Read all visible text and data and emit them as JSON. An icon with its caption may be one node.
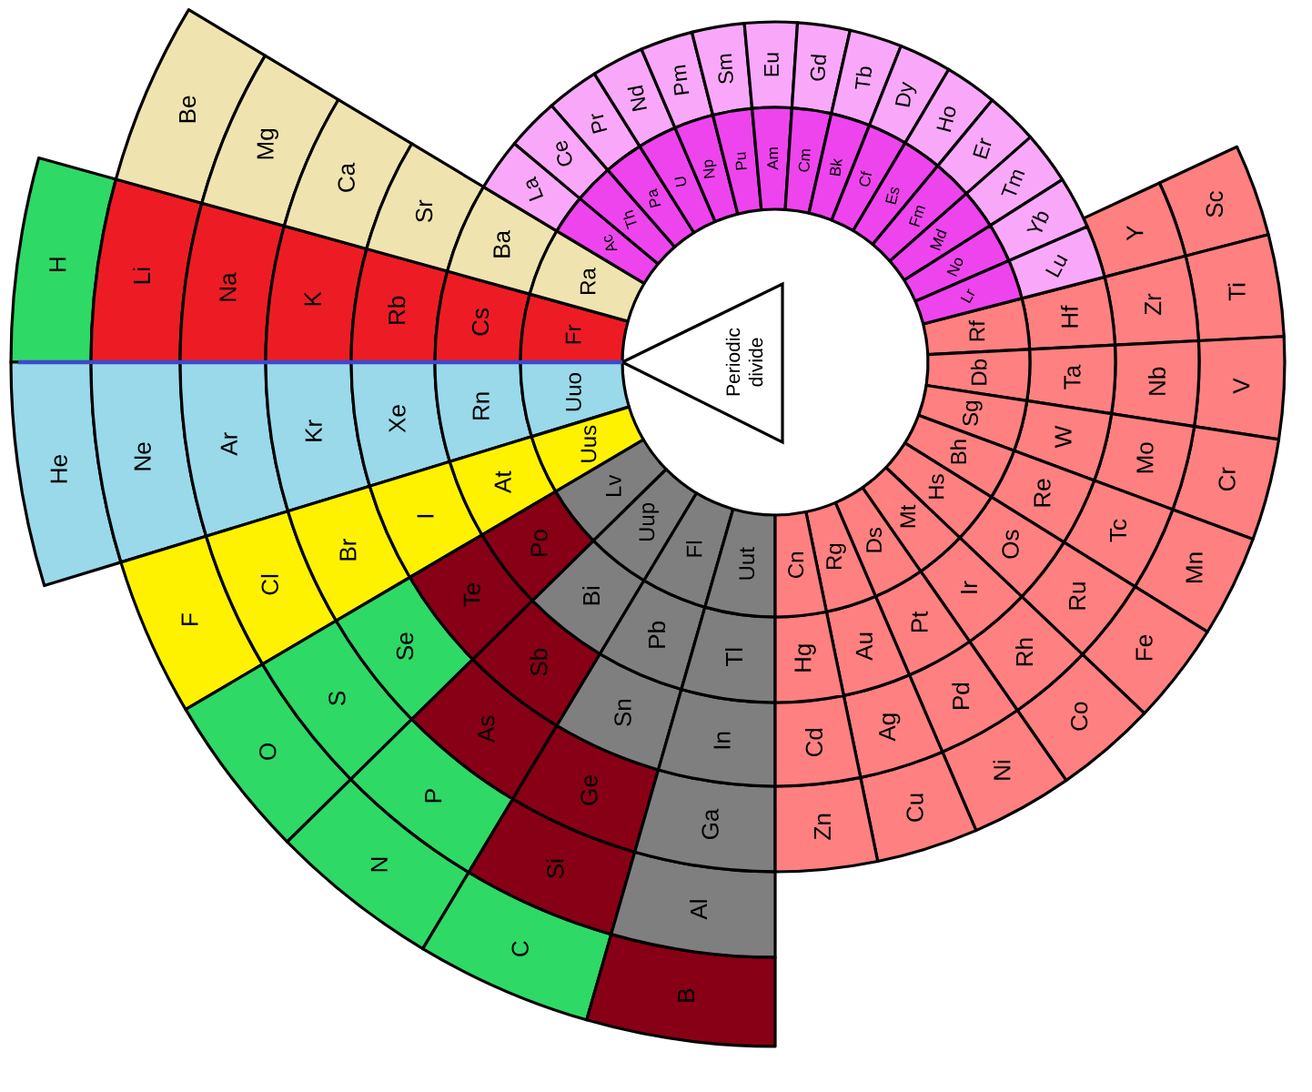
{
  "diagram": {
    "nodes": [
      {
        "text": [
          "H"
        ]
      },
      {
        "text": [
          "Li"
        ]
      },
      {
        "text": [
          "Na"
        ]
      },
      {
        "text": [
          "K"
        ]
      },
      {
        "text": [
          "Rb"
        ]
      },
      {
        "text": [
          "Cs"
        ]
      },
      {
        "text": [
          "Fr"
        ]
      },
      {
        "text": [
          "Be"
        ]
      },
      {
        "text": [
          "Mg"
        ]
      },
      {
        "text": [
          "Ca"
        ]
      },
      {
        "text": [
          "Sr"
        ]
      },
      {
        "text": [
          "Ba"
        ]
      },
      {
        "text": [
          "Ra"
        ]
      },
      {
        "text": [
          "He"
        ]
      },
      {
        "text": [
          "Ne"
        ]
      },
      {
        "text": [
          "Ar"
        ]
      },
      {
        "text": [
          "Kr"
        ]
      },
      {
        "text": [
          "Xe"
        ]
      },
      {
        "text": [
          "Rn"
        ]
      },
      {
        "text": [
          "Uuo"
        ]
      },
      {
        "text": [
          "F"
        ]
      },
      {
        "text": [
          "Cl"
        ]
      },
      {
        "text": [
          "Br"
        ]
      },
      {
        "text": [
          "I"
        ]
      },
      {
        "text": [
          "At"
        ]
      },
      {
        "text": [
          "Uus"
        ]
      },
      {
        "text": [
          "O"
        ]
      },
      {
        "text": [
          "S"
        ]
      },
      {
        "text": [
          "Se"
        ]
      },
      {
        "text": [
          "Te"
        ]
      },
      {
        "text": [
          "Po"
        ]
      },
      {
        "text": [
          "Lv"
        ]
      },
      {
        "text": [
          "N"
        ]
      },
      {
        "text": [
          "P"
        ]
      },
      {
        "text": [
          "As"
        ]
      },
      {
        "text": [
          "Sb"
        ]
      },
      {
        "text": [
          "Bi"
        ]
      },
      {
        "text": [
          "Uup"
        ]
      },
      {
        "text": [
          "C"
        ]
      },
      {
        "text": [
          "Si"
        ]
      },
      {
        "text": [
          "Ge"
        ]
      },
      {
        "text": [
          "Sn"
        ]
      },
      {
        "text": [
          "Pb"
        ]
      },
      {
        "text": [
          "Fl"
        ]
      },
      {
        "text": [
          "B"
        ]
      },
      {
        "text": [
          "Al"
        ]
      },
      {
        "text": [
          "Ga"
        ]
      },
      {
        "text": [
          "In"
        ]
      },
      {
        "text": [
          "Tl"
        ]
      },
      {
        "text": [
          "Uut"
        ]
      },
      {
        "text": [
          "Sc"
        ]
      },
      {
        "text": [
          "Y"
        ]
      },
      {
        "text": [
          "Ti"
        ]
      },
      {
        "text": [
          "Zr"
        ]
      },
      {
        "text": [
          "Hf"
        ]
      },
      {
        "text": [
          "Rf"
        ]
      },
      {
        "text": [
          "V"
        ]
      },
      {
        "text": [
          "Nb"
        ]
      },
      {
        "text": [
          "Ta"
        ]
      },
      {
        "text": [
          "Db"
        ]
      },
      {
        "text": [
          "Cr"
        ]
      },
      {
        "text": [
          "Mo"
        ]
      },
      {
        "text": [
          "W"
        ]
      },
      {
        "text": [
          "Sg"
        ]
      },
      {
        "text": [
          "Mn"
        ]
      },
      {
        "text": [
          "Tc"
        ]
      },
      {
        "text": [
          "Re"
        ]
      },
      {
        "text": [
          "Bh"
        ]
      },
      {
        "text": [
          "Fe"
        ]
      },
      {
        "text": [
          "Ru"
        ]
      },
      {
        "text": [
          "Os"
        ]
      },
      {
        "text": [
          "Hs"
        ]
      },
      {
        "text": [
          "Co"
        ]
      },
      {
        "text": [
          "Rh"
        ]
      },
      {
        "text": [
          "Ir"
        ]
      },
      {
        "text": [
          "Mt"
        ]
      },
      {
        "text": [
          "Ni"
        ]
      },
      {
        "text": [
          "Pd"
        ]
      },
      {
        "text": [
          "Pt"
        ]
      },
      {
        "text": [
          "Ds"
        ]
      },
      {
        "text": [
          "Cu"
        ]
      },
      {
        "text": [
          "Ag"
        ]
      },
      {
        "text": [
          "Au"
        ]
      },
      {
        "text": [
          "Rg"
        ]
      },
      {
        "text": [
          "Zn"
        ]
      },
      {
        "text": [
          "Cd"
        ]
      },
      {
        "text": [
          "Hg"
        ]
      },
      {
        "text": [
          "Cn"
        ]
      },
      {
        "text": [
          "La"
        ]
      },
      {
        "text": [
          "Ce"
        ]
      },
      {
        "text": [
          "Pr"
        ]
      },
      {
        "text": [
          "Nd"
        ]
      },
      {
        "text": [
          "Pm"
        ]
      },
      {
        "text": [
          "Sm"
        ]
      },
      {
        "text": [
          "Eu"
        ]
      },
      {
        "text": [
          "Gd"
        ]
      },
      {
        "text": [
          "Tb"
        ]
      },
      {
        "text": [
          "Dy"
        ]
      },
      {
        "text": [
          "Ho"
        ]
      },
      {
        "text": [
          "Er"
        ]
      },
      {
        "text": [
          "Tm"
        ]
      },
      {
        "text": [
          "Yb"
        ]
      },
      {
        "text": [
          "Lu"
        ]
      },
      {
        "text": [
          "Ac"
        ]
      },
      {
        "text": [
          "Th"
        ]
      },
      {
        "text": [
          "Pa"
        ]
      },
      {
        "text": [
          "U"
        ]
      },
      {
        "text": [
          "Np"
        ]
      },
      {
        "text": [
          "Pu"
        ]
      },
      {
        "text": [
          "Am"
        ]
      },
      {
        "text": [
          "Cm"
        ]
      },
      {
        "text": [
          "Bk"
        ]
      },
      {
        "text": [
          "Cf"
        ]
      },
      {
        "text": [
          "Es"
        ]
      },
      {
        "text": [
          "Fm"
        ]
      },
      {
        "text": [
          "Md"
        ]
      },
      {
        "text": [
          "No"
        ]
      },
      {
        "text": [
          "Lr"
        ]
      },
      {
        "text": [
          "Periodic divide"
        ]
      }
    ]
  }
}
